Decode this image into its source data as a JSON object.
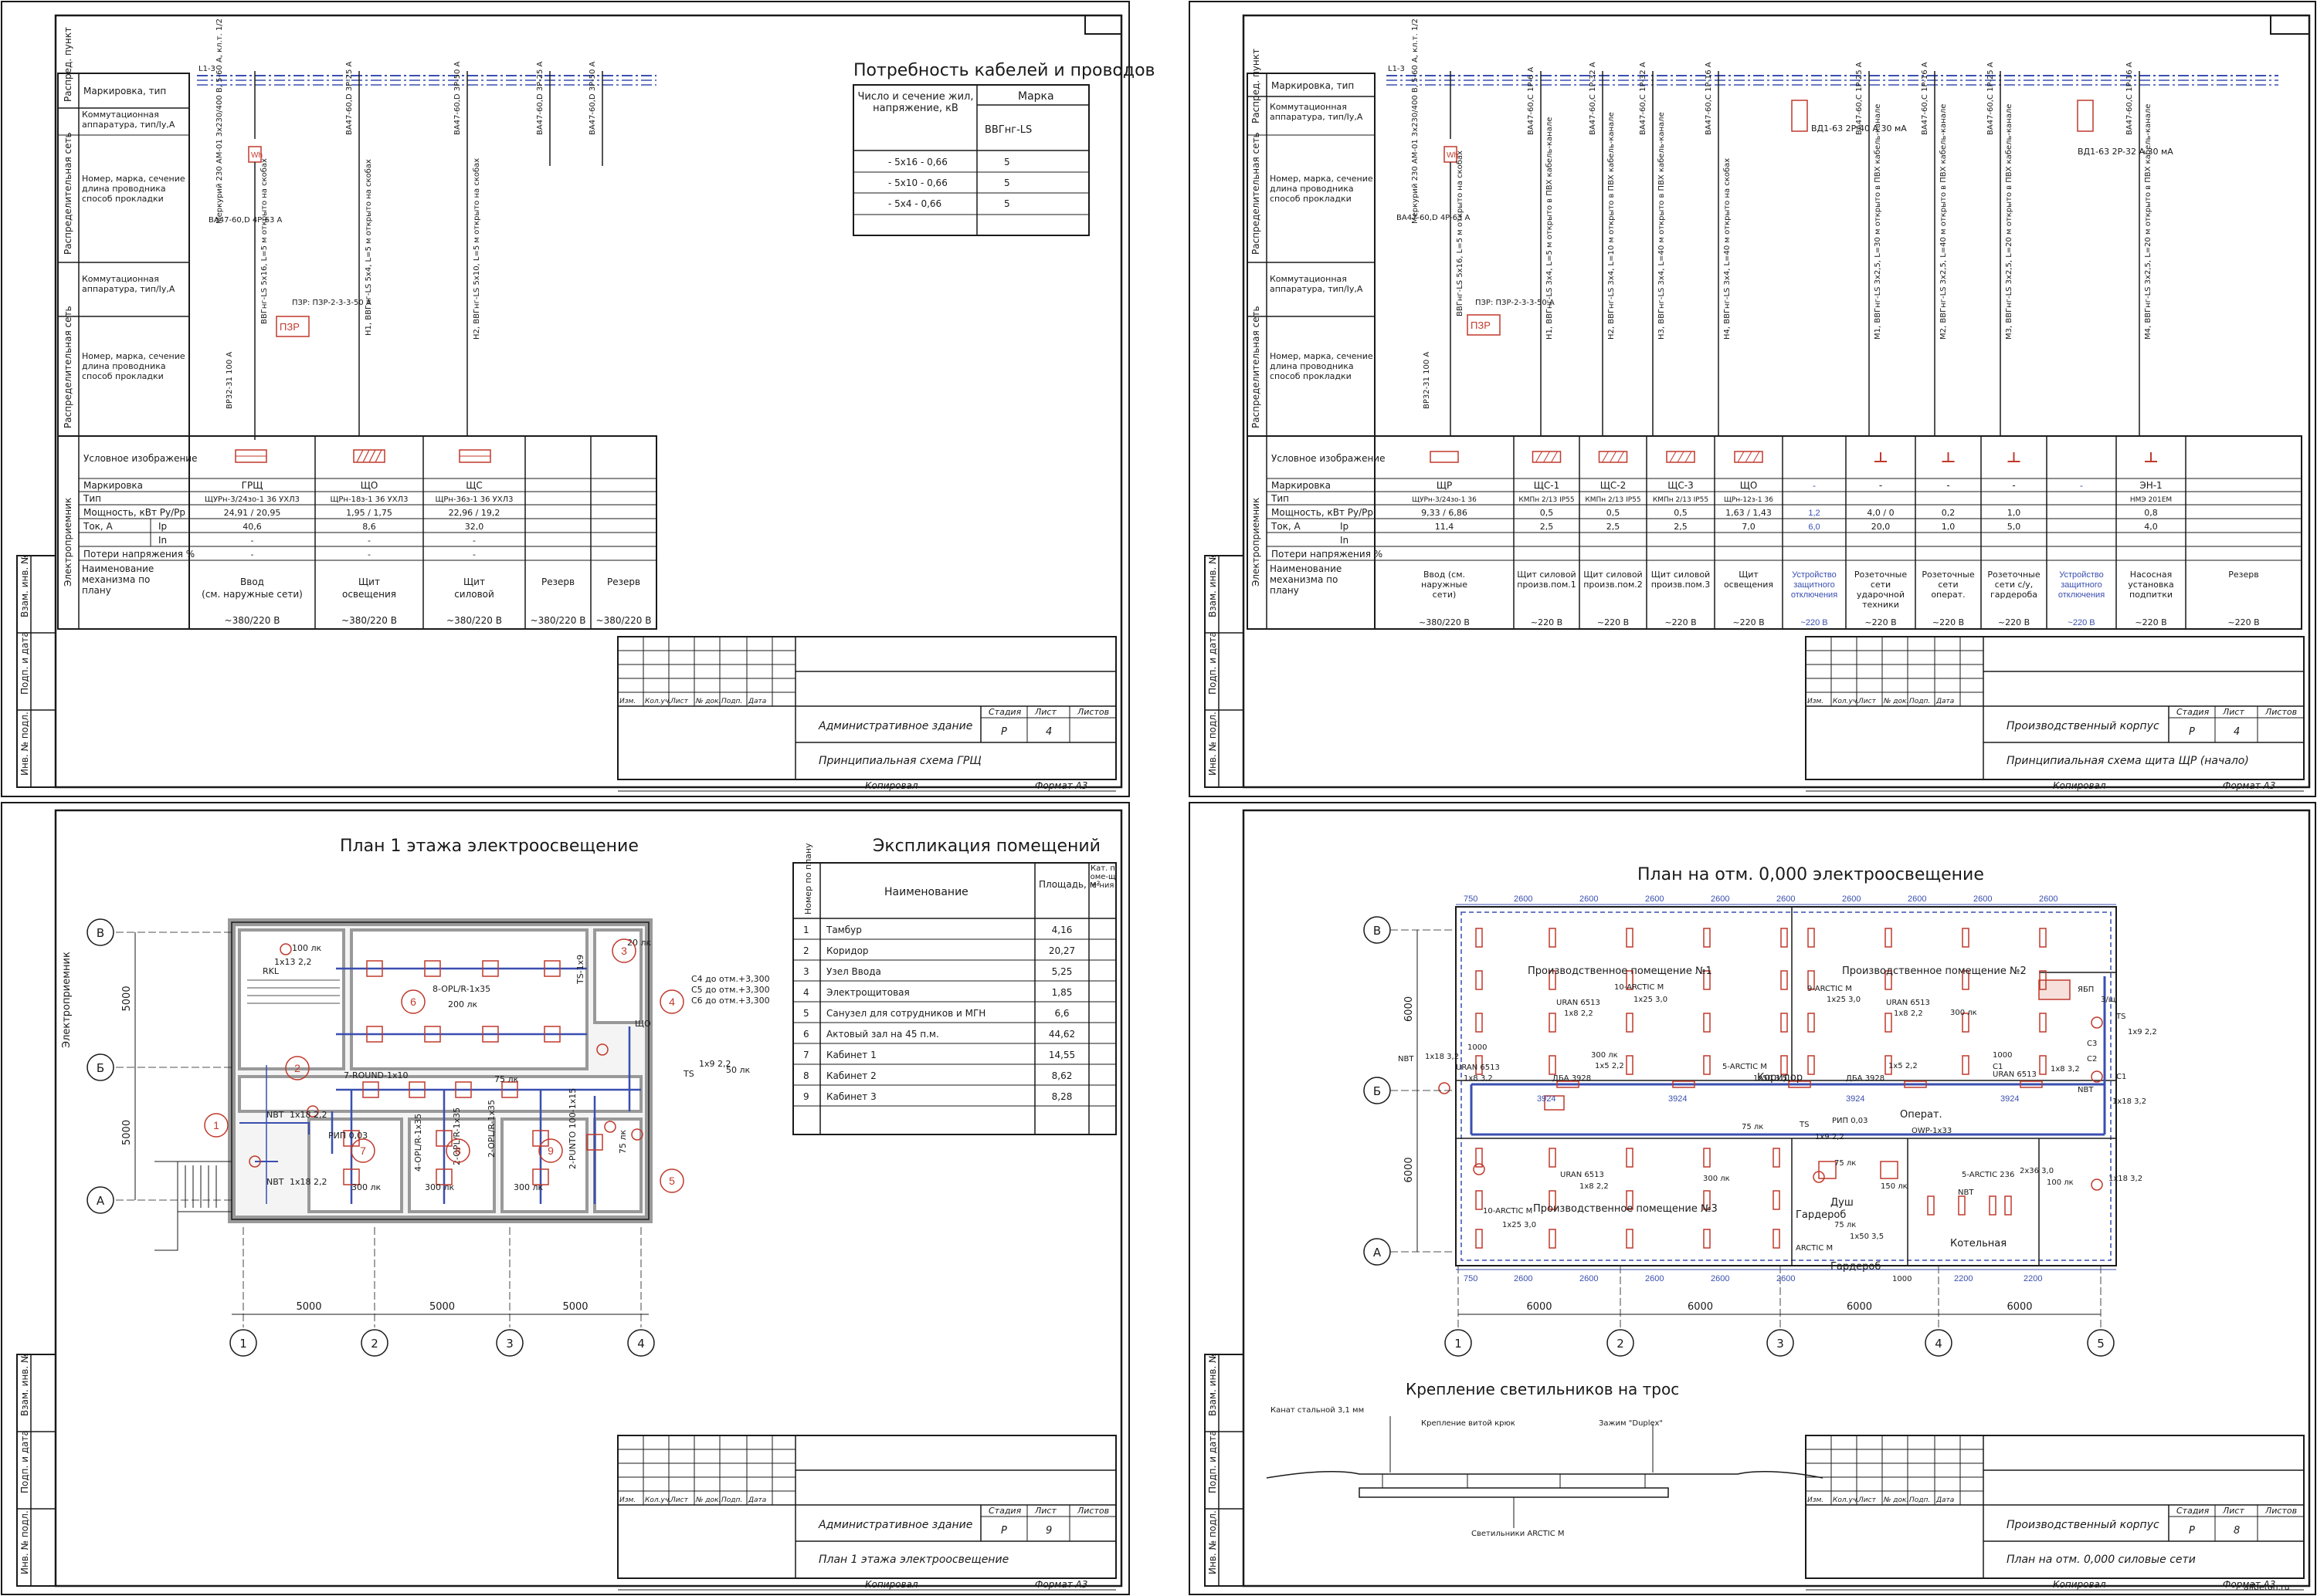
{
  "sheets": {
    "grsh": {
      "header": "Потребность кабелей и проводов",
      "cable_table": {
        "col_head": "Число и сечение жил, напряжение, кВ",
        "mark_head": "Марка",
        "mark": "ВВГнг-LS",
        "rows": [
          {
            "section": "- 5х16 - 0,66",
            "value": "5"
          },
          {
            "section": "- 5х10 - 0,66",
            "value": "5"
          },
          {
            "section": "- 5х4 - 0,66",
            "value": "5"
          }
        ]
      },
      "left_groups": [
        "Распред. пункт",
        "Распределительная сеть",
        "Распределительная сеть",
        "Электроприемник"
      ],
      "left_rows": [
        "Маркировка, тип",
        "Коммутационная аппаратура, тип/Iу,А",
        "Номер, марка, сечение длина проводника способ прокладки",
        "Коммутационная аппаратура, тип/Iу,А",
        "Номер, марка, сечение длина проводника способ прокладки"
      ],
      "bus_label": "L1-3",
      "main_device": "Меркурий 230 AM-01 3х230/400 В, 5-60 А, кл.т. 1/2",
      "main_breaker": "ВА47-60,D 4P-63 А",
      "meter_label": "Wh",
      "surge_label": "ПЗР",
      "surge_text": "ПЗР: ПЗР-2-3-3-50 А",
      "input_cable": "ВВГнг-LS 5х16, L=5 м открыто на скобах",
      "input_device": "ВР32-31 100 А",
      "branches": [
        {
          "breaker": "ВА47-60,D 3P-25 А",
          "cable": "Н1, ВВГнг-LS 5х4, L=5 м открыто на скобах"
        },
        {
          "breaker": "ВА47-60,D 3P-50 А",
          "cable": "Н2, ВВГнг-LS 5х10, L=5 м открыто на скобах"
        },
        {
          "breaker": "ВА47-60,D 3P-25 А",
          "cable": ""
        },
        {
          "breaker": "ВА47-60,D 3P-50 А",
          "cable": ""
        }
      ],
      "consumer_labels": {
        "symbol": "Условное изображение",
        "marking": "Маркировка",
        "type": "Тип",
        "power": "Мощность, кВт Ру/Рр",
        "current": "Ток, А",
        "ip": "Iр",
        "in": "In",
        "loss": "Потери напряжения %",
        "name": "Наименование механизма по плану"
      },
      "consumers": [
        {
          "mark": "ГРЩ",
          "type": "ЩУРн-3/24зо-1 36 УХЛ3",
          "power": "24,91 / 20,95",
          "ip": "40,6",
          "in": "-",
          "loss": "-",
          "name": "Ввод (см. наружные сети)",
          "voltage": "~380/220 В"
        },
        {
          "mark": "ЩО",
          "type": "ЩРн-18з-1 36 УХЛ3",
          "power": "1,95 / 1,75",
          "ip": "8,6",
          "in": "-",
          "loss": "-",
          "name": "Щит освещения",
          "voltage": "~380/220 В"
        },
        {
          "mark": "ЩС",
          "type": "ЩРн-36з-1 36 УХЛ3",
          "power": "22,96 / 19,2",
          "ip": "32,0",
          "in": "-",
          "loss": "-",
          "name": "Щит силовой",
          "voltage": "~380/220 В"
        },
        {
          "mark": "",
          "type": "",
          "power": "",
          "ip": "",
          "in": "",
          "loss": "",
          "name": "Резерв",
          "voltage": "~380/220 В"
        },
        {
          "mark": "",
          "type": "",
          "power": "",
          "ip": "",
          "in": "",
          "loss": "",
          "name": "Резерв",
          "voltage": "~380/220 В"
        }
      ],
      "title_block": {
        "building": "Административное здание",
        "sheet_title": "Принципиальная схема ГРЩ",
        "stage": "Р",
        "sheet": "4",
        "copied": "Копировал",
        "format": "Формат А3"
      }
    },
    "shr": {
      "bus_label": "L1-3",
      "main_device": "Меркурий 230 AM-01 3х230/400 В, 5-60 А, кл.т. 1/2",
      "main_breaker": "ВА47-60,D 4P-63 А",
      "meter_label": "Wh",
      "surge_label": "ПЗР",
      "surge_text": "ПЗР: ПЗР-2-3-3-50 А",
      "input_cable": "ВВГнг-LS 5х16, L=5 м открыто на скобах",
      "input_device": "ВР32-31 100 А",
      "rcd": [
        {
          "label": "ВД1-63 2P-40 А 30 мА"
        },
        {
          "label": "ВД1-63 2P-32 А 30 мА"
        }
      ],
      "branches": [
        {
          "breaker": "ВА47-60,C 1P-6 А",
          "cable": "Н1, ВВГнг-LS 3х4, L=5 м открыто в ПВХ кабель-канале"
        },
        {
          "breaker": "ВА47-60,C 1P-32 А",
          "cable": "Н2, ВВГнг-LS 3х4, L=10 м открыто в ПВХ кабель-канале"
        },
        {
          "breaker": "ВА47-60,C 1P-32 А",
          "cable": "Н3, ВВГнг-LS 3х4, L=40 м открыто в ПВХ кабель-канале"
        },
        {
          "breaker": "ВА47-60,C 1P-16 А",
          "cable": "Н4, ВВГнг-LS 3х4, L=40 м открыто на скобах"
        },
        {
          "breaker": "ВА47-60,C 1P-25 А",
          "cable": "М1, ВВГнг-LS 3х2,5, L=30 м открыто в ПВХ кабель-канале"
        },
        {
          "breaker": "ВА47-60,C 1P-16 А",
          "cable": "М2, ВВГнг-LS 3х2,5, L=40 м открыто в ПВХ кабель-канале"
        },
        {
          "breaker": "ВА47-60,C 1P-25 А",
          "cable": "М3, ВВГнг-LS 3х2,5, L=20 м открыто в ПВХ кабель-канале"
        },
        {
          "breaker": "ВА47-60,C 1P-16 А",
          "cable": "М4, ВВГнг-LS 3х2,5, L=20 м открыто в ПВХ кабель-канале"
        }
      ],
      "consumers": [
        {
          "mark": "ЩР",
          "type": "ЩУРн-3/24зо-1 36",
          "power": "9,33 / 6,86",
          "ip": "11,4",
          "name": "Ввод (см. наружные сети)",
          "voltage": "~380/220 В",
          "style": "black"
        },
        {
          "mark": "ЩС-1",
          "type": "КМПн 2/13 IP55",
          "power": "0,5",
          "ip": "2,5",
          "name": "Щит силовой произв.пом.1",
          "voltage": "~220 В",
          "style": "black"
        },
        {
          "mark": "ЩС-2",
          "type": "КМПн 2/13 IP55",
          "power": "0,5",
          "ip": "2,5",
          "name": "Щит силовой произв.пом.2",
          "voltage": "~220 В",
          "style": "black"
        },
        {
          "mark": "ЩС-3",
          "type": "КМПн 2/13 IP55",
          "power": "0,5",
          "ip": "2,5",
          "name": "Щит силовой произв.пом.3",
          "voltage": "~220 В",
          "style": "black"
        },
        {
          "mark": "ЩО",
          "type": "ЩРн-12з-1 36",
          "power": "1,63 / 1,43",
          "ip": "7,0",
          "name": "Щит освещения",
          "voltage": "~220 В",
          "style": "black"
        },
        {
          "mark": "-",
          "type": "",
          "power": "1,2",
          "ip": "6,0",
          "name": "Устройство защитного отключения",
          "voltage": "~220 В",
          "style": "blue"
        },
        {
          "mark": "-",
          "type": "",
          "power": "4,0 / 0",
          "ip": "20,0",
          "name": "Розеточные сети ударочной техники",
          "voltage": "~220 В",
          "style": "black"
        },
        {
          "mark": "-",
          "type": "",
          "power": "0,2",
          "ip": "1,0",
          "name": "Розеточные сети операт.",
          "voltage": "~220 В",
          "style": "black"
        },
        {
          "mark": "-",
          "type": "",
          "power": "1,0",
          "ip": "5,0",
          "name": "Розеточные сети с/у, гардероба",
          "voltage": "~220 В",
          "style": "black"
        },
        {
          "mark": "-",
          "type": "",
          "power": "",
          "ip": "",
          "name": "Устройство защитного отключения",
          "voltage": "~220 В",
          "style": "blue"
        },
        {
          "mark": "ЭН-1",
          "type": "НМЭ 201ЕМ",
          "power": "0,8",
          "ip": "4,0",
          "name": "Насосная установка подпитки",
          "voltage": "~220 В",
          "style": "black"
        },
        {
          "mark": "",
          "type": "",
          "power": "",
          "ip": "",
          "name": "Резерв",
          "voltage": "~220 В",
          "style": "black"
        }
      ],
      "title_block": {
        "building": "Производственный корпус",
        "sheet_title": "Принципиальная схема щита ЩР (начало)",
        "stage": "Р",
        "sheet": "4",
        "copied": "Копировал",
        "format": "Формат А3"
      }
    },
    "plan1": {
      "header": "План 1 этажа электроосвещение",
      "expl_header": "Экспликация помещений",
      "expl_cols": [
        "Номер по плану",
        "Наименование",
        "Площадь, м²",
        "Кат. поме-ще-ния"
      ],
      "expl_rows": [
        {
          "n": "1",
          "name": "Тамбур",
          "area": "4,16"
        },
        {
          "n": "2",
          "name": "Коридор",
          "area": "20,27"
        },
        {
          "n": "3",
          "name": "Узел Ввода",
          "area": "5,25"
        },
        {
          "n": "4",
          "name": "Электрощитовая",
          "area": "1,85"
        },
        {
          "n": "5",
          "name": "Санузел для сотрудников и МГН",
          "area": "6,6"
        },
        {
          "n": "6",
          "name": "Актовый зал на 45 п.м.",
          "area": "44,62"
        },
        {
          "n": "7",
          "name": "Кабинет 1",
          "area": "14,55"
        },
        {
          "n": "8",
          "name": "Кабинет 2",
          "area": "8,62"
        },
        {
          "n": "9",
          "name": "Кабинет 3",
          "area": "8,28"
        }
      ],
      "axes_h": [
        "1",
        "2",
        "3",
        "4"
      ],
      "axes_v": [
        "В",
        "Б",
        "А"
      ],
      "dims": [
        "5000",
        "5000",
        "5000"
      ],
      "vdims": [
        "5000",
        "5000"
      ],
      "labels": [
        {
          "text": "8-OPL/R-1х35"
        },
        {
          "text": "200 лк"
        },
        {
          "text": "100 лк"
        },
        {
          "text": "RKL"
        },
        {
          "text": "1х13 2,2"
        },
        {
          "text": "7-ROUND-1х10"
        },
        {
          "text": "75 лк"
        },
        {
          "text": "300 лк"
        },
        {
          "text": "300 лк"
        },
        {
          "text": "300 лк"
        },
        {
          "text": "4-OPL/R-1х35"
        },
        {
          "text": "2-OPL/R-1х35"
        },
        {
          "text": "2-OPL/R-1х35"
        },
        {
          "text": "2-PUNTO 100-1х15"
        },
        {
          "text": "75 лк"
        },
        {
          "text": "NBT"
        },
        {
          "text": "NBT"
        },
        {
          "text": "1х18 2,2"
        },
        {
          "text": "1х18 2,2"
        },
        {
          "text": "ЩО"
        },
        {
          "text": "TS"
        },
        {
          "text": "1х9 2,2"
        },
        {
          "text": "50 лк"
        },
        {
          "text": "TS-1х9"
        },
        {
          "text": "20 лк"
        },
        {
          "text": "РИП 0,03"
        },
        {
          "text": "С4 до отм.+3,300"
        },
        {
          "text": "С5 до отм.+3,300"
        },
        {
          "text": "С6 до отм.+3,300"
        }
      ],
      "room_nums": [
        "1",
        "2",
        "3",
        "4",
        "5",
        "6",
        "7",
        "8",
        "9"
      ],
      "title_block": {
        "building": "Административное здание",
        "sheet_title": "План 1 этажа электроосвещение",
        "stage": "Р",
        "sheet": "9",
        "copied": "Копировал",
        "format": "Формат А3"
      }
    },
    "plan0": {
      "header": "План на отм. 0,000 электроосвещение",
      "axes_h": [
        "1",
        "2",
        "3",
        "4",
        "5"
      ],
      "axes_v": [
        "В",
        "Б",
        "А"
      ],
      "dims": [
        "6000",
        "6000",
        "6000",
        "6000"
      ],
      "vdims": [
        "6000",
        "6000"
      ],
      "top_dims": [
        "750",
        "2600",
        "2600",
        "2600",
        "2600",
        "2600",
        "2600",
        "2600",
        "2600",
        "2600"
      ],
      "mid_dims": [
        "3924",
        "3924",
        "3924",
        "3924"
      ],
      "bottom_dims": [
        "750",
        "2600",
        "2600",
        "2600",
        "2600",
        "2600",
        "2200",
        "2200"
      ],
      "rooms": [
        {
          "text": "Производственное помещение №1"
        },
        {
          "text": "Производственное помещение №2"
        },
        {
          "text": "Производственное помещение №3"
        },
        {
          "text": "Коридор"
        },
        {
          "text": "Гардероб"
        },
        {
          "text": "Душ"
        },
        {
          "text": "Операт."
        },
        {
          "text": "Котельная"
        },
        {
          "text": "Гардероб"
        }
      ],
      "labels": [
        {
          "text": "10-ARCTIC M"
        },
        {
          "text": "1х25 3,0"
        },
        {
          "text": "9-ARCTIC M"
        },
        {
          "text": "1х25 3,0"
        },
        {
          "text": "URAN 6513"
        },
        {
          "text": "1х8 2,2"
        },
        {
          "text": "300 лк"
        },
        {
          "text": "URAN 6513"
        },
        {
          "text": "1х8 2,2"
        },
        {
          "text": "300 лк"
        },
        {
          "text": "ДБА 3928"
        },
        {
          "text": "1х5 2,2"
        },
        {
          "text": "ДБА 3928"
        },
        {
          "text": "1х5 2,2"
        },
        {
          "text": "5-ARCTIC M"
        },
        {
          "text": "1х50 3,5"
        },
        {
          "text": "75 лк"
        },
        {
          "text": "NBT"
        },
        {
          "text": "1х18 3,2"
        },
        {
          "text": "URAN 6513"
        },
        {
          "text": "1х8 3,2"
        },
        {
          "text": "URAN 6513"
        },
        {
          "text": "1х8 3,2"
        },
        {
          "text": "NBT"
        },
        {
          "text": "1х18 3,2"
        },
        {
          "text": "10-ARCTIC M"
        },
        {
          "text": "1х25 3,0"
        },
        {
          "text": "URAN 6513"
        },
        {
          "text": "1х8 2,2"
        },
        {
          "text": "300 лк"
        },
        {
          "text": "TS"
        },
        {
          "text": "1х9 2,2"
        },
        {
          "text": "РИП 0,03"
        },
        {
          "text": "OWP-1х33"
        },
        {
          "text": "75 лк"
        },
        {
          "text": "150 лк"
        },
        {
          "text": "75 лк"
        },
        {
          "text": "1х50 3,5"
        },
        {
          "text": "ARCTIC M"
        },
        {
          "text": "5-ARCTIC 236"
        },
        {
          "text": "2х36 3,0"
        },
        {
          "text": "100 лк"
        },
        {
          "text": "NBT"
        },
        {
          "text": "1х18 3,2"
        },
        {
          "text": "ЯБП"
        },
        {
          "text": "3/щ"
        },
        {
          "text": "TS"
        },
        {
          "text": "1х9 2,2"
        },
        {
          "text": "С1"
        },
        {
          "text": "С2"
        },
        {
          "text": "С3"
        },
        {
          "text": "С1"
        },
        {
          "text": "1000"
        },
        {
          "text": "1000"
        },
        {
          "text": "1000"
        }
      ],
      "mount": {
        "header": "Крепление светильников на трос",
        "rope": "Канат стальной 3,1 мм",
        "clip": "Крепление витой крюк",
        "clamp": "Зажим \"Duplex\"",
        "lamp": "Светильники ARCTIC M"
      },
      "title_block": {
        "building": "Производственный корпус",
        "sheet_title": "План на отм. 0,000 силовые сети",
        "stage": "Р",
        "sheet": "8",
        "copied": "Копировал",
        "format": "Формат А3"
      }
    }
  },
  "tb_cols": [
    "Изм.",
    "Кол.уч.",
    "Лист",
    "№ док.",
    "Подп.",
    "Дата"
  ],
  "tb_head": [
    "Стадия",
    "Лист",
    "Листов"
  ],
  "side_stamps": [
    "Взам. инв. №",
    "Подп. и дата",
    "Инв. № подл."
  ],
  "watermark": "allbeton.ru",
  "colors": {
    "blue": "#3a4fb0",
    "red": "#c0392b",
    "line": "#1a1a1a"
  }
}
